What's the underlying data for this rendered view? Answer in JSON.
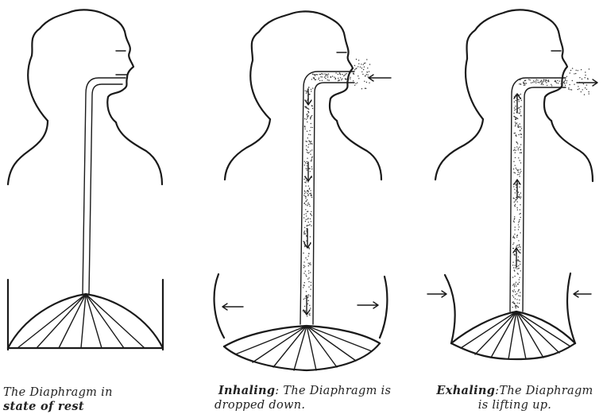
{
  "panels": [
    {
      "id": "rest",
      "caption_line1": "The Diaphragm in",
      "caption_bold": "state of rest"
    },
    {
      "id": "inhaling",
      "caption_bold": "Inhaling",
      "caption_rest": ": The Diaphragm is",
      "caption_line2": "dropped down."
    },
    {
      "id": "exhaling",
      "caption_bold": "Exhaling",
      "caption_rest": ":The Diaphragm",
      "caption_line2": "is lifting up."
    }
  ],
  "colors": {
    "ink": "#1a1a1a",
    "background": "#ffffff"
  }
}
